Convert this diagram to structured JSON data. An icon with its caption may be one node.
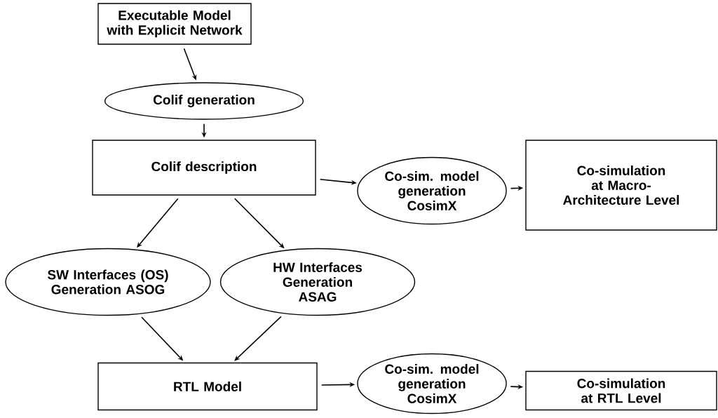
{
  "diagram": {
    "nodes": [
      {
        "text": [
          "Executable Model with Explicit Network"
        ]
      },
      {
        "text": [
          "Colif generation"
        ]
      },
      {
        "text": [
          "Colif description"
        ]
      },
      {
        "text": [
          "Co-sim. model generation CosimX"
        ]
      },
      {
        "text": [
          "Co-simulation at Macro-Architecture Level"
        ]
      },
      {
        "text": [
          "SW Interfaces (OS) Generation ASOG"
        ]
      },
      {
        "text": [
          "HW Interfaces Generation ASAG"
        ]
      },
      {
        "text": [
          "RTL Model"
        ]
      },
      {
        "text": [
          "Co-sim. model generation CosimX"
        ]
      },
      {
        "text": [
          "Co-simulation at RTL Level"
        ]
      }
    ],
    "edges": [
      {
        "from": 0,
        "to": 1,
        "arrow": "to"
      },
      {
        "from": 1,
        "to": 2,
        "arrow": "to"
      },
      {
        "from": 2,
        "to": 3,
        "arrow": "to"
      },
      {
        "from": 3,
        "to": 4,
        "arrow": "to"
      },
      {
        "from": 2,
        "to": 5,
        "arrow": "to"
      },
      {
        "from": 2,
        "to": 6,
        "arrow": "to"
      },
      {
        "from": 5,
        "to": 7,
        "arrow": "to"
      },
      {
        "from": 6,
        "to": 7,
        "arrow": "to"
      },
      {
        "from": 7,
        "to": 8,
        "arrow": "to"
      },
      {
        "from": 8,
        "to": 9,
        "arrow": "to"
      }
    ]
  }
}
